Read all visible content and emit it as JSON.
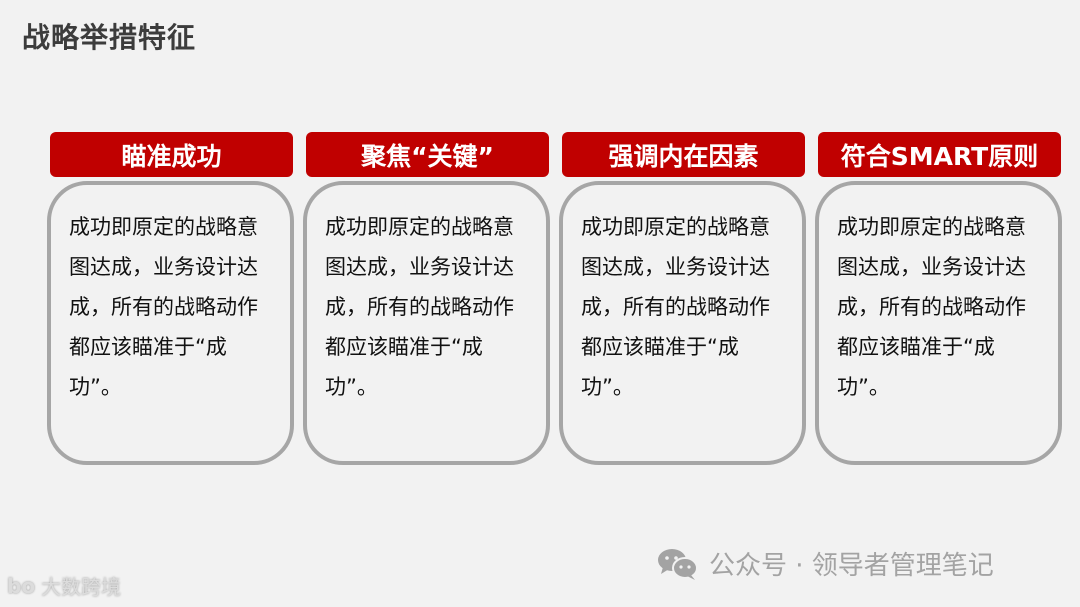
{
  "slide": {
    "title": "战略举措特征"
  },
  "cards": [
    {
      "heading": "瞄准成功",
      "body": "成功即原定的战略意图达成，业务设计达成，所有的战略动作都应该瞄准于“成功”。"
    },
    {
      "heading": "聚焦“关键”",
      "body": "成功即原定的战略意图达成，业务设计达成，所有的战略动作都应该瞄准于“成功”。"
    },
    {
      "heading": "强调内在因素",
      "body": "成功即原定的战略意图达成，业务设计达成，所有的战略动作都应该瞄准于“成功”。"
    },
    {
      "heading": "符合SMART原则",
      "body": "成功即原定的战略意图达成，业务设计达成，所有的战略动作都应该瞄准于“成功”。"
    }
  ],
  "watermark": {
    "text": "公众号 · 领导者管理笔记",
    "icon": "wechat-icon"
  },
  "logo": {
    "mark": "bo",
    "text": "大数跨境"
  },
  "colors": {
    "accent": "#c00000",
    "border": "#a6a6a6",
    "background": "#f2f2f2"
  }
}
